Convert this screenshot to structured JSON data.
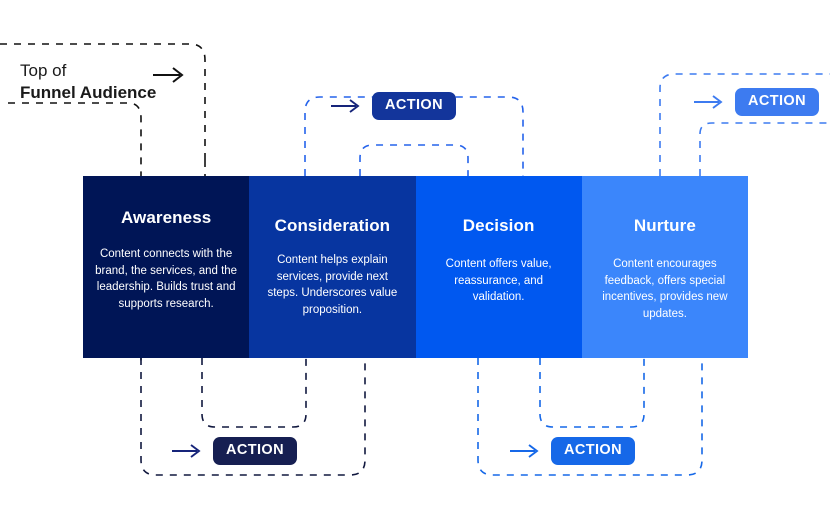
{
  "diagram": {
    "title_text": {
      "line1": "Top of",
      "line2": "Funnel Audience"
    },
    "entry_arrow_icon": "arrow-right-icon",
    "stages": [
      {
        "id": "awareness",
        "title": "Awareness",
        "description": "Content connects with the brand, the services, and the leadership. Builds trust and supports research.",
        "color": "#001556"
      },
      {
        "id": "consideration",
        "title": "Consideration",
        "description": "Content helps explain services, provide next steps. Underscores value proposition.",
        "color": "#0735a0"
      },
      {
        "id": "decision",
        "title": "Decision",
        "description": "Content offers value, reassurance, and validation.",
        "color": "#0058f0"
      },
      {
        "id": "nurture",
        "title": "Nurture",
        "description": "Content encourages feedback, offers special incentives, provides new updates.",
        "color": "#3b86fb"
      }
    ],
    "actions": [
      {
        "id": "action-top-center",
        "label": "ACTION",
        "chip_color": "#13359b",
        "arrow_color": "#16247a",
        "loop_color": "#2563eb"
      },
      {
        "id": "action-top-right",
        "label": "ACTION",
        "chip_color": "#3d7bf0",
        "arrow_color": "#3d7bf0",
        "loop_color": "#3d7bf0"
      },
      {
        "id": "action-bottom-left",
        "label": "ACTION",
        "chip_color": "#161f52",
        "arrow_color": "#16247a",
        "loop_color": "#11183f"
      },
      {
        "id": "action-bottom-right",
        "label": "ACTION",
        "chip_color": "#1668e8",
        "arrow_color": "#1668e8",
        "loop_color": "#1668e8"
      }
    ],
    "colors": {
      "entry_loop": "#111111",
      "background": "#ffffff",
      "text_dark": "#1a1a1a"
    }
  }
}
